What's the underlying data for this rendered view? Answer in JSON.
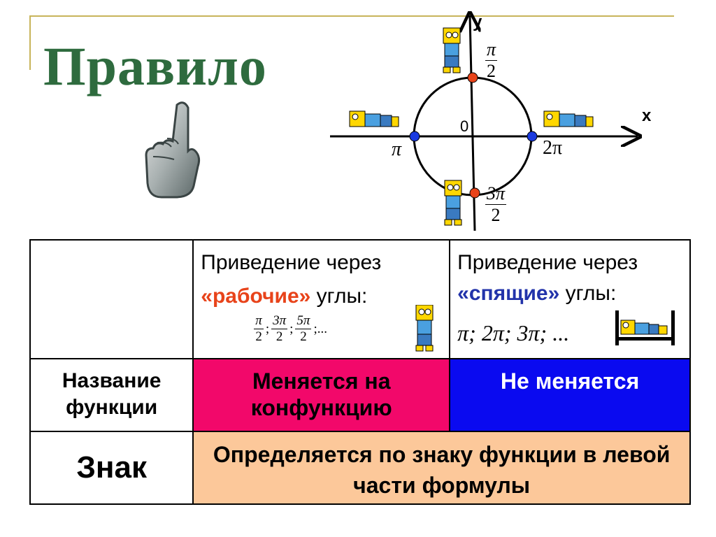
{
  "title": "Правило",
  "circle": {
    "axis_y": "у",
    "axis_x": "х",
    "origin": "0",
    "label_pi": "π",
    "label_2pi": "2π",
    "label_pi_over_2": {
      "num": "π",
      "den": "2"
    },
    "label_3pi_over_2": {
      "num": "3π",
      "den": "2"
    }
  },
  "table": {
    "col2_header_line1": "Приведение через",
    "col2_header_quote": "«рабочие»",
    "col2_header_rest": " углы:",
    "col2_angles": [
      {
        "num": "π",
        "den": "2",
        "sep": ";"
      },
      {
        "num": "3π",
        "den": "2",
        "sep": ";"
      },
      {
        "num": "5π",
        "den": "2",
        "sep": ";..."
      }
    ],
    "col3_header_line1": "Приведение через",
    "col3_header_quote": "«спящие»",
    "col3_header_rest": " углы:",
    "col3_angles": "π; 2π; 3π; ...",
    "row2_label": "Название функции",
    "row2_col2": "Меняется на конфункцию",
    "row2_col3": "Не меняется",
    "row3_label": "Знак",
    "row3_value": "Определяется по знаку функции в левой части формулы"
  },
  "colors": {
    "title": "#2e6b3e",
    "working_quote": "#e8431a",
    "sleeping_quote": "#2233aa",
    "change_bg": "#f2086a",
    "nochange_bg": "#0a0af0",
    "sign_bg": "#fcc89a",
    "point_red": "#e8431a",
    "point_blue": "#1a3adf"
  },
  "icons": [
    "pointing-finger-icon",
    "standing-boy-icon",
    "lying-boy-icon",
    "bed-icon"
  ]
}
